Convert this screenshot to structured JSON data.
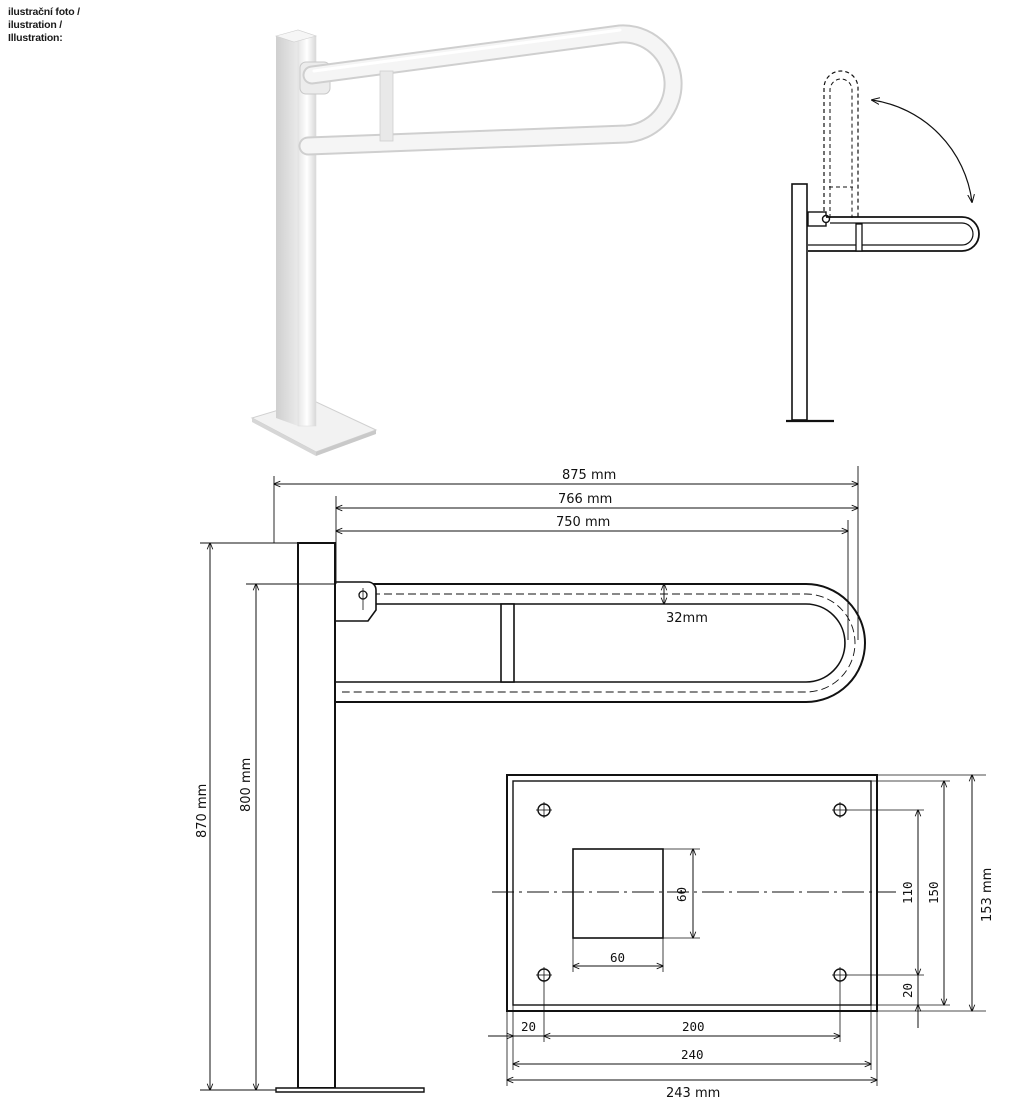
{
  "caption": {
    "line1": "ilustrační foto /",
    "line2": "ilustration /",
    "line3": "Illustration:"
  },
  "front_view": {
    "overall_length": "875 mm",
    "arm_length": "766  mm",
    "inner_length": "750 mm",
    "tube_diameter": "32mm",
    "total_height": "870 mm",
    "arm_height": "800 mm"
  },
  "base_plate": {
    "post_width": "60",
    "post_depth": "60",
    "hole_offset_x": "20",
    "hole_spacing_x": "200",
    "inner_width": "240",
    "overall_width": "243 mm",
    "hole_spacing_y": "110",
    "inner_depth": "150",
    "overall_depth": "153 mm",
    "hole_offset_y": "20"
  },
  "colors": {
    "line": "#111111",
    "render_white": "#f4f4f4",
    "render_shade": "#d9d9d9"
  }
}
